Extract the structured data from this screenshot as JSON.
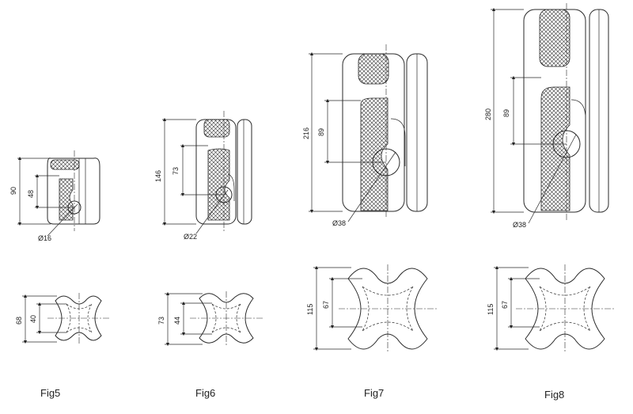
{
  "figures": [
    {
      "label": "Fig5",
      "height": "90",
      "gap": "48",
      "diameter": "Ø16",
      "base_outer": "68",
      "base_inner": "40"
    },
    {
      "label": "Fig6",
      "height": "146",
      "gap": "73",
      "diameter": "Ø22",
      "base_outer": "73",
      "base_inner": "44"
    },
    {
      "label": "Fig7",
      "height": "216",
      "gap": "89",
      "diameter": "Ø38",
      "base_outer": "115",
      "base_inner": "67"
    },
    {
      "label": "Fig8",
      "height": "280",
      "gap": "89",
      "diameter": "Ø38",
      "base_outer": "115",
      "base_inner": "67"
    }
  ]
}
